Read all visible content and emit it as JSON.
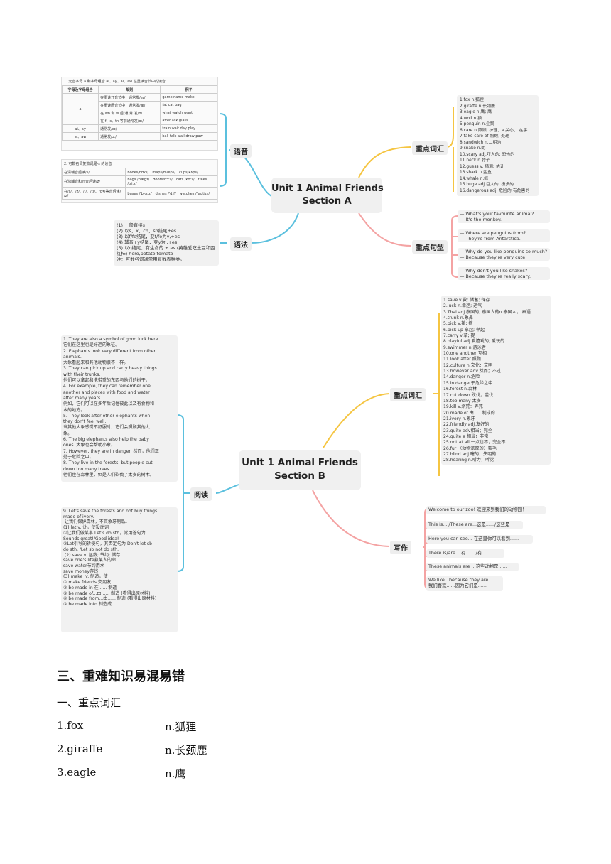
{
  "mindmap_a": {
    "center": "Unit 1 Animal Friends\nSection A",
    "branches": {
      "phonics": "语音",
      "grammar": "语法",
      "vocab": "重点词汇",
      "sentences": "重点句型"
    },
    "phonics_table1": {
      "caption": "1. 元音字母 a 和字母组合 ai、ay、al、aw 在重读音节中的读音",
      "headers": [
        "字母及字母组合",
        "规则",
        "例子"
      ],
      "rows": [
        [
          "a",
          "在重读开音节中，通常发/eɪ/",
          "game name make"
        ],
        [
          "",
          "在重读闭音节中，通常发/æ/",
          "fat cat bag"
        ],
        [
          "",
          "在 wh 和 w 后 通 常 发/ɒ/",
          "what watch want"
        ],
        [
          "",
          "在 f、s、th 等前通常发/ɑː/",
          "after ask glass"
        ],
        [
          "ai、ay",
          "通常发/eɪ/",
          "train wait day play"
        ],
        [
          "al、aw",
          "通常发/ɔː/",
          "ball talk wall draw paw"
        ]
      ]
    },
    "phonics_table2": {
      "caption": "2. 可数名词复数词尾-s 的读音",
      "rows": [
        [
          "在清辅音后读/s/",
          "books/bʊks/　maps/mæps/　cups/kʌps/"
        ],
        [
          "在浊辅音和元音后读/z/",
          "bags /bægz/　doors/dɔːz/　cars /kɑːz/　trees /triːz/"
        ],
        [
          "在/s/、/z/、/ʃ/、/tʃ/、/dʒ/等音后读/ɪz/",
          "buses /'bʌsɪz/　dishes /'dɪʃ/　watches /'wɒtʃɪz/"
        ]
      ]
    },
    "grammar_notes": "(1) 一般直接s\n(2) 以s，x，ch，sh结尾+es\n(3) 以f/fe结尾，变f/fe为v,+es\n(4) 辅音+y结尾，变y为i,+es\n(5) 以o结尾：有生命的 + es (英雄爱吃土豆和西\n红柿) hero,potato,tomato\n注：可数名词通常用复数表种类。",
    "vocab_list": "1.fox n.狐狸\n2.giraffe n.长颈鹿\n3.eagle n.鹰; 鹰\n4.wolf n.狼\n5.penguin n.企鹅\n6.care n.照顾; 护理；v.关心； 在乎\n7.take care of 照顾; 处理\n8.sandwich n.二明治\n9.snake n.蛇\n10.scary adj.吓人的; 恐怖的\n11.neck n.脖子\n12.guess v. 猜测; 估计\n13.shark n.鲨鱼\n14.whale n.鲸\n15.huge adj.巨大的; 极多的\n16.dangerous adj. 危险的;有危害的",
    "sentence_list": [
      "— What's your favourite animal?\n— It's the monkey.",
      "— Where are penguins from?\n— They're from Antarctica.",
      "— Why do you like penguins so much?\n— Because they're very cute!",
      "— Why don't you like snakes?\n— Because they're really scary."
    ]
  },
  "mindmap_b": {
    "center": "Unit 1 Animal Friends\nSection B",
    "branches": {
      "reading": "阅读",
      "vocab": "重点词汇",
      "writing": "写作"
    },
    "reading_text": "1. They are also a symbol of good luck here.\n它们在这里也是好运的象征。\n2. Elephants look very different from other\nanimals.\n大象看起来和其他动物很不一样。\n3. They can pick up and carry heavy things\nwith their trunks.\n他们可以拿起和携带重的东西与他们的树干。\n4. For example, they can remember one\nanother and places with food and water\nafter many years.\n例如，它们可以在多年后记住彼此以及有食物和\n水的地方。\n5. They look after other elephants when\nthey don't feel well.\n当其他大象感觉不舒服时，它们会照顾其他大\n象。\n6. The big elephants also help the baby\nones. 大象也会帮助小象。\n7. However, they are in danger. 然而，他们正\n处于危险之中。\n8. They live in the forests, but people cut\ndown too many trees.\n他们住在森林里，但是人们砍伐了太多的树木。",
    "reading_text2": "9. Let's save the forests and not buy things\nmade of ivory.\n 让我们保护森林，不买象牙制品。\n(1) let v. 让，使役动词\n①让我们做某事 Let's do sth，常用答句为\nSounds great!/Good idea!\n②Let引导的祈使句，其否定句为 Don't let sb\ndo sth. /Let sb not do sth.\n (2) save v. 拯救; 节约; 储存\nsave one's life救某人的命\nsave water节约用水\nsave money存钱\n(3) make  v. 制造，使\n① make friends 交朋友\n② be made in 在...... 制造\n③ be made of...由...... 制造 (看得出原材料)\n④ be made from...由...... 制造 (看得出原材料)\n⑤ be made into 制造成......",
    "vocab_list": "1.save v.救; 储蓄; 保存\n2.luck n.幸运; 运气\n3.Thai adj.泰国的; 泰国人的n.泰国人； 泰语\n4.trunk n.象鼻\n5.pick v.拾; 摘\n6.pick up 拿起; 举起\n7.carry v.拿; 提\n8.playful adj.爱嬉戏的; 爱玩的\n9.swimmer n.游泳者\n10.one another 互相\n11.look after 照顾\n12.culture n.文化：文明\n13.however adv.然而；不过\n14.danger n.危险\n15.in danger于危险之中\n16.forest n.森林\n17.cut down 砍伐；滥伐\n18.too many 太多\n19.kill v.杀死：弄死\n20.made of 由......制成的\n21.ivory n.象牙\n22.friendly adj.友好的\n23.quite adv相当；完全\n24.quite a 相当；非常\n25.not at all 一点也不；完全不\n26.fur （动物浓厚的）软毛\n27.blind adj.瞎的，失明的\n28.hearing n.听力；听觉",
    "writing_list": [
      "Welcome to our zoo! 欢迎来到我们的动物园！",
      "This is... /These are...这是....../这些是",
      "Here you can see... 在这里你可以看到......",
      "There is/are....有......./有......",
      "These animals are ...这些动物是......",
      "We like...because they are...\n我们喜欢......因为它们是......"
    ]
  },
  "document": {
    "heading": "三、重难知识易混易错",
    "subheading": "一、重点词汇",
    "vocab_rows": [
      {
        "word": "1.fox",
        "meaning": "n.狐狸"
      },
      {
        "word": "2.giraffe",
        "meaning": "n.长颈鹿"
      },
      {
        "word": "3.eagle",
        "meaning": "n.鹰"
      }
    ]
  },
  "colors": {
    "phonics": "#5bc0de",
    "grammar": "#5bc0de",
    "vocab": "#f5c542",
    "sentences": "#f4a3a3",
    "reading": "#5bc0de",
    "writing": "#f4a3a3"
  }
}
